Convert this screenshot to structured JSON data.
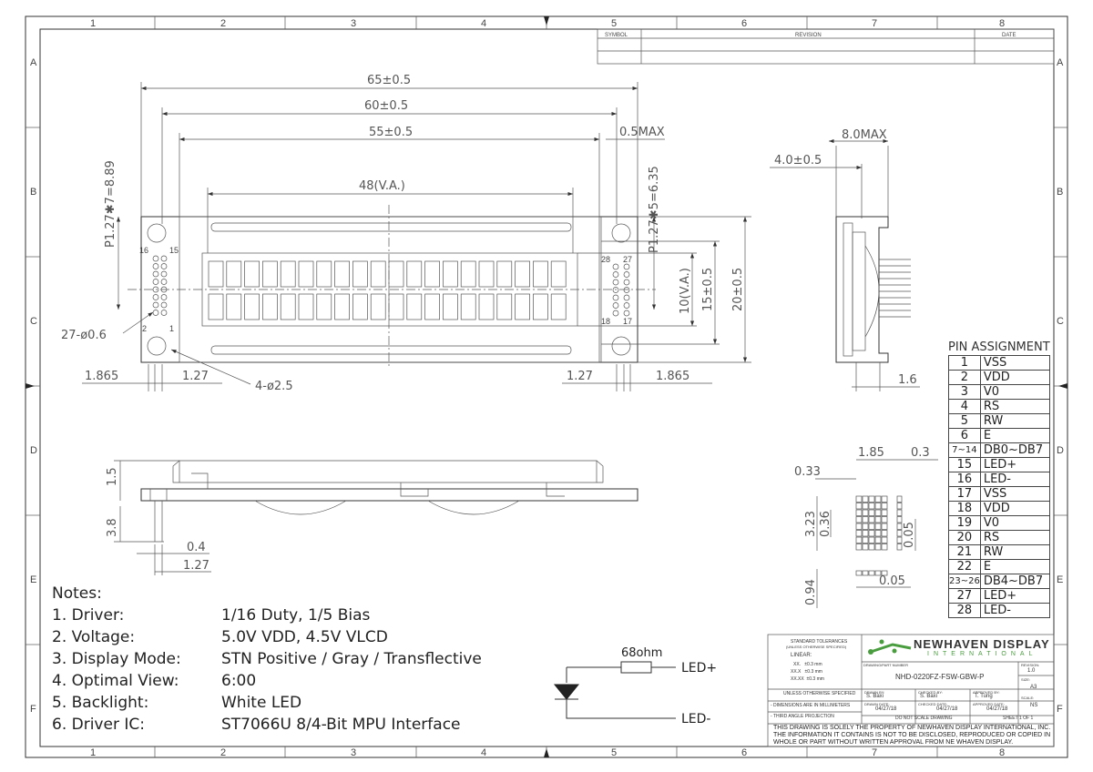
{
  "grid": {
    "columns": [
      "1",
      "2",
      "3",
      "4",
      "5",
      "6",
      "7",
      "8"
    ],
    "rows": [
      "A",
      "B",
      "C",
      "D",
      "E",
      "F"
    ]
  },
  "revision_table": {
    "symbol": "SYMBOL",
    "revision": "REVISION",
    "date": "DATE"
  },
  "dims": {
    "overall_width": "65±0.5",
    "bezel_width": "60±0.5",
    "glass_width": "55±0.5",
    "va_width": "48(V.A.)",
    "max_offset": "0.5MAX",
    "pitch_vert_left": "P1.27✱7=8.89",
    "pitch_vert_right": "P1.27✱5=6.35",
    "va_height": "10(V.A.)",
    "glass_height": "15±0.5",
    "overall_height": "20±0.5",
    "pin_hole": "27-ø0.6",
    "mount_hole": "4-ø2.5",
    "left_edge": "1.865",
    "left_pitch": "1.27",
    "right_pitch": "1.27",
    "right_edge": "1.865",
    "pin_16": "16",
    "pin_15": "15",
    "pin_2": "2",
    "pin_1": "1",
    "pin_28": "28",
    "pin_27": "27",
    "pin_18": "18",
    "pin_17": "17",
    "side_thickness": "8.0MAX",
    "side_offset": "4.0±0.5",
    "side_pin": "1.6",
    "front_top": "1.5",
    "front_pin_len": "3.8",
    "front_pin_w": "0.4",
    "front_pitch": "1.27",
    "char_w": "1.85",
    "char_gap": "0.3",
    "char_left": "0.33",
    "char_h": "3.23",
    "dot_h": "0.36",
    "dot_gap_v": "0.05",
    "cursor": "0.94",
    "dot_gap_h": "0.05"
  },
  "pin_assignment": {
    "title": "PIN ASSIGNMENT",
    "rows": [
      [
        "1",
        "VSS"
      ],
      [
        "2",
        "VDD"
      ],
      [
        "3",
        "V0"
      ],
      [
        "4",
        "RS"
      ],
      [
        "5",
        "RW"
      ],
      [
        "6",
        "E"
      ],
      [
        "7~14",
        "DB0~DB7"
      ],
      [
        "15",
        "LED+"
      ],
      [
        "16",
        "LED-"
      ],
      [
        "17",
        "VSS"
      ],
      [
        "18",
        "VDD"
      ],
      [
        "19",
        "V0"
      ],
      [
        "20",
        "RS"
      ],
      [
        "21",
        "RW"
      ],
      [
        "22",
        "E"
      ],
      [
        "23~26",
        "DB4~DB7"
      ],
      [
        "27",
        "LED+"
      ],
      [
        "28",
        "LED-"
      ]
    ]
  },
  "notes": {
    "title": "Notes:",
    "items": [
      {
        "k": "1. Driver:",
        "v": "1/16 Duty, 1/5 Bias"
      },
      {
        "k": "2. Voltage:",
        "v": "5.0V VDD, 4.5V VLCD"
      },
      {
        "k": "3. Display Mode:",
        "v": "STN Positive / Gray / Transflective"
      },
      {
        "k": "4. Optimal View:",
        "v": "6:00"
      },
      {
        "k": "5. Backlight:",
        "v": "White LED"
      },
      {
        "k": "6. Driver IC:",
        "v": "ST7066U 8/4-Bit MPU Interface"
      }
    ]
  },
  "led": {
    "resistor": "68ohm",
    "plus": "LED+",
    "minus": "LED-"
  },
  "title_block": {
    "tol_title": "STANDARD TOLERANCES",
    "tol_sub": "(UNLESS OTHERWISE SPECIFIED)",
    "linear": "LINEAR:",
    "tol_x": "XX.   ±0.3 mm",
    "tol_xx": "XX.X   ±0.3 mm",
    "tol_xxx": "XX.XX  ±0.3 mm",
    "unless": "UNLESS OTHERWISE SPECIFIED",
    "mm": "- DIMENSIONS ARE IN MILLIMETERS",
    "angle": "- THIRD ANGLE PROJECTION",
    "company": "NEWHAVEN DISPLAY",
    "company_sub": "INTERNATIONAL",
    "part_label": "DRAWING/PART NUMBER",
    "part": "NHD-0220FZ-FSW-GBW-P",
    "rev_label": "REVISION:",
    "rev": "1.0",
    "size_label": "SIZE:",
    "size": "A3",
    "scale_label": "SCALE:",
    "scale": "NS",
    "drawn_label": "DRAWN BY:",
    "drawn": "S. Baxi",
    "checked_label": "CHECKED BY:",
    "checked": "S. Baxi",
    "approved_label": "APPROVED BY:",
    "approved": "T. Tung",
    "drawn_date_label": "DRAWN DATE:",
    "drawn_date": "04/27/18",
    "checked_date_label": "CHECKED DATE:",
    "checked_date": "04/27/18",
    "approved_date_label": "APPROVED DATE:",
    "approved_date": "04/27/18",
    "no_scale": "DO NOT SCALE DRAWING",
    "sheet": "SHEET 1 OF 1",
    "disclaimer": "THIS DRAWING IS SOLELY THE PROPERTY OF NEWHAVEN DISPLAY INTERNATIONAL, INC. THE INFORMATION IT CONTAINS IS NOT TO BE DISCLOSED, REPRODUCED OR COPIED IN WHOLE OR PART WITHOUT WRITTEN APPROVAL FROM NE WHAVEN DISPLAY."
  }
}
